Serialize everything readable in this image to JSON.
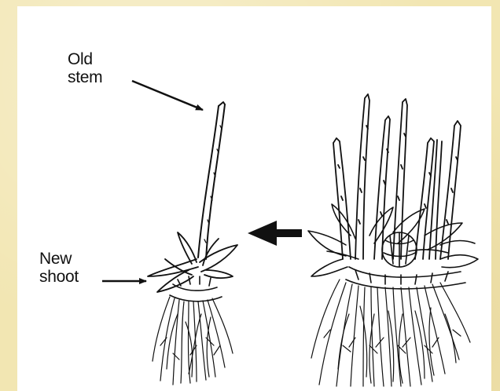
{
  "labels": {
    "old_stem": [
      "Old",
      "stem"
    ],
    "new_shoot": [
      "New",
      "shoot"
    ]
  },
  "colors": {
    "background": "#f2e6b2",
    "panel": "#ffffff",
    "ink": "#111111"
  }
}
